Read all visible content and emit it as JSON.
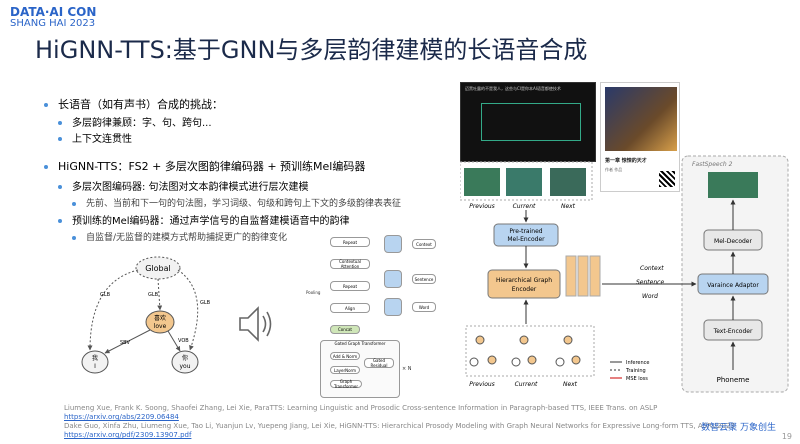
{
  "header": {
    "logo_line1": "DATA·AI CON",
    "logo_line2": "SHANG HAI 2023"
  },
  "title": "HiGNN-TTS:基于GNN与多层韵律建模的长语音合成",
  "bullets": [
    {
      "text": "长语音（如有声书）合成的挑战："
    },
    {
      "text": "多层韵律兼顾：字、句、跨句..."
    },
    {
      "text": "上下文连贯性"
    },
    {
      "text": "HiGNN-TTS：FS2 + 多层次图韵律编码器 + 预训练Mel编码器"
    },
    {
      "text": "多层次图编码器: 句法图对文本韵律模式进行层次建模"
    },
    {
      "text": "先前、当前和下一句的句法图，学习词级、句级和跨句上下文的多级韵律表表征"
    },
    {
      "text": "预训练的Mel编码器：通过声学信号的自监督建模语音中的韵律"
    },
    {
      "text": "自监督/无监督的建模方式帮助捕捉更广的韵律变化"
    }
  ],
  "graph": {
    "global": "Global",
    "center_cn": "喜欢",
    "center_en": "love",
    "left_cn": "我",
    "left_en": "I",
    "right_cn": "你",
    "right_en": "you",
    "edge_glb": "GLB",
    "edge_sbv": "SBV",
    "edge_vob": "VOB"
  },
  "arch": {
    "previous": "Previous",
    "current": "Current",
    "next": "Next",
    "pretrained": "Pre-trained\nMel-Encoder",
    "hge": "Hierarchical Graph\nEncoder",
    "context": "Context",
    "sentence": "Sentence",
    "word": "Word",
    "fastspeech": "FastSpeech 2",
    "mel_decoder": "Mel-Decoder",
    "variance": "Varaince Adaptor",
    "text_encoder": "Text-Encoder",
    "phoneme": "Phoneme",
    "legend_inference": "Inference",
    "legend_training": "Training",
    "legend_mse": "MSE loss"
  },
  "mid_diagram": {
    "repeat": "Repeat",
    "context_attention": "Contextual Attention",
    "concat": "Concat",
    "align": "Align",
    "gated": "Gated Graph Transformer",
    "layernorm": "LayerNorm",
    "graph_transformer": "Graph Transformer",
    "gated_residual": "Gated Residual",
    "add_norm": "Add & Norm",
    "nx": "× N",
    "context": "Context",
    "sentence": "Sentence",
    "word": "Word",
    "pool": "Pooling"
  },
  "screenshot": {
    "caption": "迈黑吐露的不是我人，这些与CI是你本AI语音都使技术",
    "card_title": "第一章 惊悚的天才",
    "card_sub": "作者 作品"
  },
  "references": {
    "line1": "Liumeng Xue, Frank K. Soong, Shaofei Zhang, Lei Xie, ParaTTS: Learning Linguistic and Prosodic Cross-sentence Information in Paragraph-based TTS, IEEE Trans. on ASLP",
    "link1": "https://arxiv.org/abs/2209.06484",
    "line2": "Dake Guo, Xinfa Zhu, Liumeng Xue, Tao Li, Yuanjun Lv, Yuepeng Jiang, Lei Xie, HiGNN-TTS: Hierarchical Prosody Modeling with Graph Neural Networks for Expressive Long-form TTS, ASRU2023",
    "link2": "https://arxiv.org/pdf/2309.13907.pdf"
  },
  "footer": {
    "brand": "数智云聚  万象创生",
    "page": "19"
  },
  "colors": {
    "accent": "#2a64c8",
    "orange": "#f3c78e",
    "blue": "#b8d4f0",
    "green": "#cfe6b8",
    "gray": "#e8e8e8"
  }
}
